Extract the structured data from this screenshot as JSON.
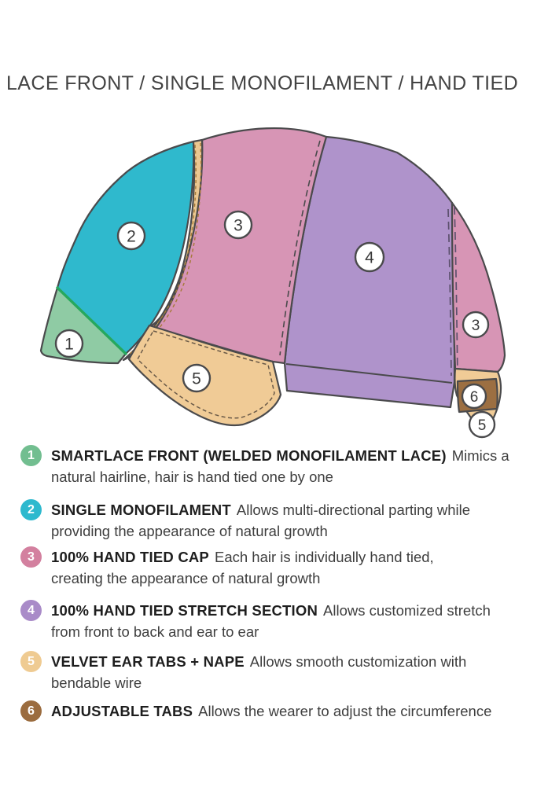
{
  "title": "LACE FRONT / SINGLE MONOFILAMENT / HAND TIED",
  "diagram": {
    "markers": [
      "1",
      "2",
      "3",
      "4",
      "3",
      "5",
      "6",
      "5"
    ],
    "colors": {
      "smartlace_front_green": "#8FCBA4",
      "green_seam_line": "#27A85D",
      "single_monofilament_teal": "#2FB9CD",
      "hand_tied_cap_pink": "#D795B5",
      "stretch_section_purple": "#AF93CB",
      "velvet_tabs_tan": "#F0CB96",
      "lace_strip_tan": "#EBC791",
      "adjustable_tab_brown": "#9C6F42",
      "outline_gray": "#4A4A4C"
    }
  },
  "legend": {
    "items": [
      {
        "num": "1",
        "color": "#72BE90",
        "bold": "SMARTLACE FRONT (WELDED MONOFILAMENT LACE)",
        "rest1": "Mimics a",
        "rest2": "natural hairline, hair is hand tied one by one"
      },
      {
        "num": "2",
        "color": "#2EB9CE",
        "bold": "SINGLE MONOFILAMENT",
        "rest1": "Allows multi-directional parting while",
        "rest2": "providing the appearance of natural growth"
      },
      {
        "num": "3",
        "color": "#D3809F",
        "bold": "100% HAND TIED CAP",
        "rest1": "Each hair is individually hand tied,",
        "rest2": "creating the appearance of natural growth"
      },
      {
        "num": "4",
        "color": "#A98BC8",
        "bold": "100% HAND TIED STRETCH SECTION",
        "rest1": "Allows customized stretch",
        "rest2": "from front to back and ear to ear"
      },
      {
        "num": "5",
        "color": "#EFCB92",
        "bold": "VELVET EAR TABS + NAPE",
        "rest1": "Allows smooth customization with",
        "rest2": "bendable wire"
      },
      {
        "num": "6",
        "color": "#9B6C3F",
        "bold": "ADJUSTABLE TABS",
        "rest1": "Allows the wearer to adjust the circumference",
        "rest2": ""
      }
    ]
  }
}
